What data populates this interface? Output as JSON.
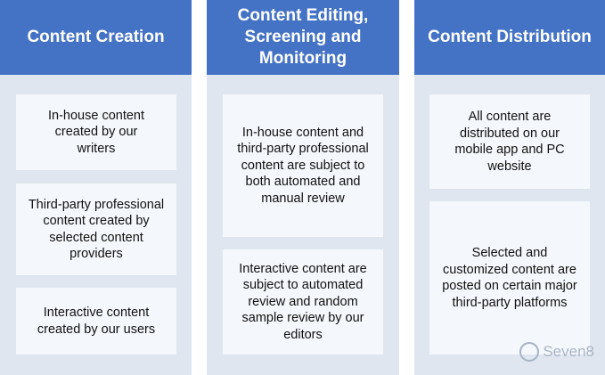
{
  "columns": [
    {
      "title": "Content Creation",
      "boxes": [
        "In-house content created by our writers",
        "Third-party professional content created by selected content providers",
        "Interactive content created by our users"
      ]
    },
    {
      "title": "Content Editing, Screening and Monitoring",
      "boxes": [
        "In-house content and third-party professional content are subject to both automated and manual review",
        "Interactive content are subject to automated review and random sample review by our editors"
      ]
    },
    {
      "title": "Content Distribution",
      "boxes": [
        "All content are distributed on our mobile app and PC website",
        "Selected and customized content are posted on certain major third-party platforms"
      ]
    }
  ],
  "watermark": {
    "text": "Seven8"
  },
  "colors": {
    "header": "#4472c4",
    "column_bg": "#dfe6ef",
    "box_bg": "#f4f7fb"
  }
}
